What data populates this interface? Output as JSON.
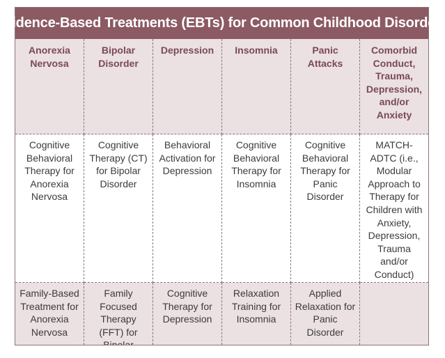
{
  "title": "Evidence-Based Treatments (EBTs) for Common Childhood Disorders",
  "headers": [
    "Anorexia Nervosa",
    "Bipolar Disorder",
    "Depression",
    "Insomnia",
    "Panic Attacks",
    "Comorbid Conduct, Trauma, Depression, and/or Anxiety"
  ],
  "rows": [
    [
      "Cognitive Behavioral Therapy for Anorexia Nervosa",
      "Cognitive Therapy (CT) for Bipolar Disorder",
      "Behavioral Activation for Depression",
      "Cognitive Behavioral Therapy for Insomnia",
      "Cognitive Behavioral Therapy for Panic Disorder",
      "MATCH-ADTC (i.e., Modular Approach to Therapy for Children with Anxiety, Depression, Trauma and/or Conduct)"
    ],
    [
      "Family-Based Treatment for Anorexia Nervosa",
      "Family Focused Therapy (FFT) for Bipolar Disorder",
      "Cognitive Therapy for Depression",
      "Relaxation Training for Insomnia",
      "Applied Relaxation for Panic Disorder",
      ""
    ]
  ],
  "colors": {
    "title_bg": "#8c5a63",
    "header_bg": "#ebe0e2",
    "header_text": "#7a4a55",
    "border": "#8a7478"
  }
}
